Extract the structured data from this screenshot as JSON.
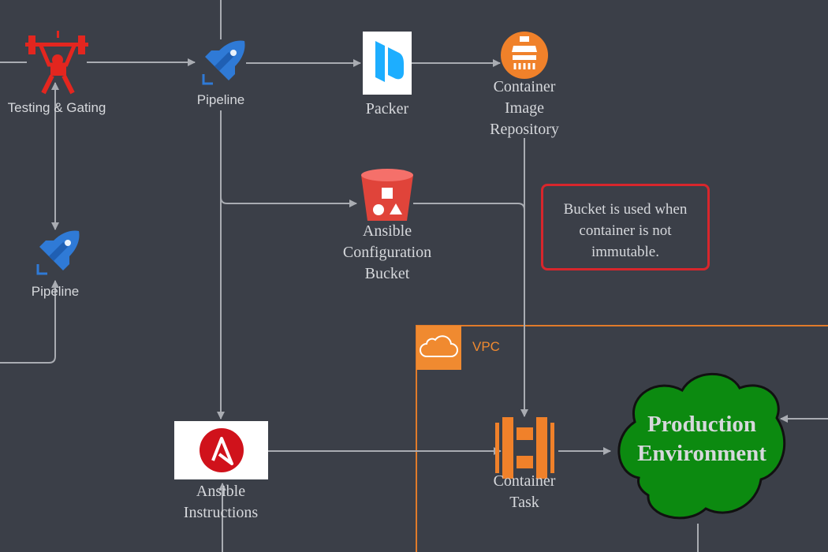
{
  "nodes": {
    "testing_gating": {
      "label": "Testing & Gating",
      "icon": "weightlifter-icon"
    },
    "pipeline_top": {
      "label": "Pipeline",
      "icon": "rocket-icon"
    },
    "pipeline_left": {
      "label": "Pipeline",
      "icon": "rocket-icon"
    },
    "packer": {
      "label": "Packer",
      "icon": "packer-icon"
    },
    "container_image_repository": {
      "label_lines": [
        "Container",
        "Image",
        "Repository"
      ],
      "icon": "container-repository-icon"
    },
    "ansible_configuration_bucket": {
      "label_lines": [
        "Ansible",
        "Configuration",
        "Bucket"
      ],
      "icon": "bucket-icon"
    },
    "ansible_instructions": {
      "label_lines": [
        "Ansible",
        "Instructions"
      ],
      "icon": "ansible-logo-icon"
    },
    "container_task": {
      "label_lines": [
        "Container",
        "Task"
      ],
      "icon": "container-task-icon"
    },
    "production_environment": {
      "label_lines": [
        "Production",
        "Environment"
      ],
      "icon": "cloud-shape"
    }
  },
  "note": {
    "lines": [
      "Bucket is used when",
      "container is not",
      "immutable."
    ]
  },
  "vpc": {
    "label": "VPC",
    "icon": "cloud-outline-icon"
  },
  "colors": {
    "background": "#3b3f48",
    "connector": "#a9acb2",
    "vpc_orange": "#f08a30",
    "note_border": "#d8262c",
    "production_green": "#0c8a10",
    "rocket_blue": "#2f7ad6",
    "testing_red": "#e3261f",
    "bucket_red": "#e0443a",
    "container_orange": "#f0812a"
  }
}
